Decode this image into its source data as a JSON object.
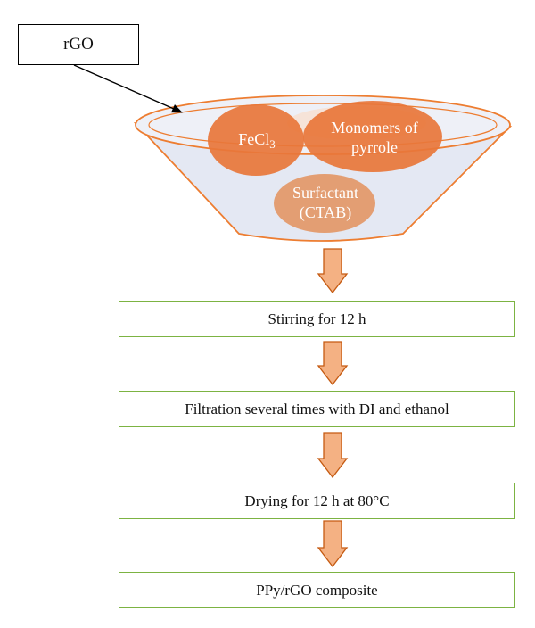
{
  "input": {
    "label": "rGO"
  },
  "reagents": {
    "oxidant_base": "FeCl",
    "oxidant_subscript": "3",
    "monomer_line1": "Monomers of",
    "monomer_line2": "pyrrole",
    "surfactant_line1": "Surfactant",
    "surfactant_line2": "(CTAB)"
  },
  "steps": [
    {
      "label": "Stirring for 12 h"
    },
    {
      "label": "Filtration several times with DI and ethanol"
    },
    {
      "label": "Drying for 12 h at 80°C"
    },
    {
      "label": "PPy/rGO composite"
    }
  ],
  "colors": {
    "funnel_outline": "#ed7d31",
    "funnel_fill": "#e4e8f3",
    "blob_fill": "#e8763a",
    "blob_fill_light": "#e39a6c",
    "arrow_fill": "#f4b183",
    "arrow_stroke": "#c55a11",
    "step_border": "#7cb342"
  }
}
